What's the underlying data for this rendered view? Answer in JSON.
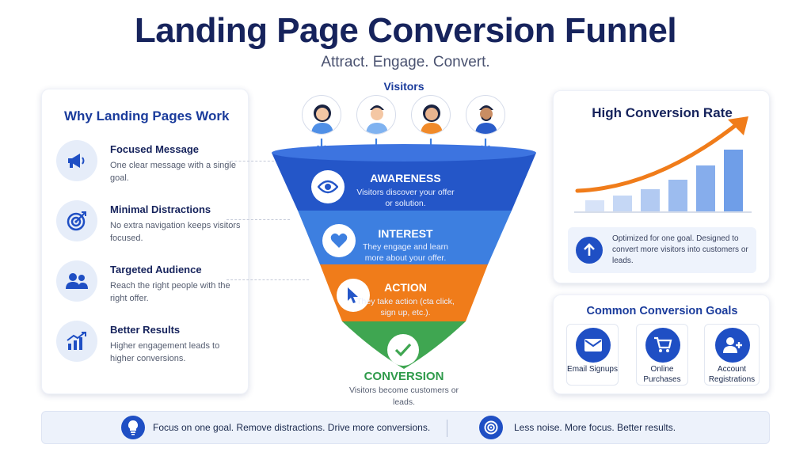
{
  "header": {
    "title": "Landing Page Conversion Funnel",
    "subtitle": "Attract. Engage. Convert."
  },
  "left_panel": {
    "title": "Why Landing Pages Work",
    "items": [
      {
        "title": "Focused Message",
        "desc": "One clear message with a single goal.",
        "icon": "megaphone-icon"
      },
      {
        "title": "Minimal Distractions",
        "desc": "No extra navigation keeps visitors focused.",
        "icon": "target-icon"
      },
      {
        "title": "Targeted Audience",
        "desc": "Reach the right people with the right offer.",
        "icon": "people-icon"
      },
      {
        "title": "Better Results",
        "desc": "Higher engagement leads to higher conversions.",
        "icon": "chart-growth-icon"
      }
    ]
  },
  "funnel": {
    "visitors_label": "Visitors",
    "stages": [
      {
        "title": "AWARENESS",
        "desc": "Visitors discover your offer or solution.",
        "icon": "eye-icon",
        "color": "#2456c8"
      },
      {
        "title": "INTEREST",
        "desc": "They engage and learn more about your offer.",
        "icon": "heart-icon",
        "color": "#3d7fe0"
      },
      {
        "title": "ACTION",
        "desc": "They take action (cta click, sign up, etc.).",
        "icon": "cursor-icon",
        "color": "#f07c1a"
      },
      {
        "title": "CONVERSION",
        "desc": "Visitors become customers or leads.",
        "icon": "check-icon",
        "color": "#3fa651"
      }
    ]
  },
  "rate_panel": {
    "title": "High Conversion Rate",
    "note": "Optimized for one goal. Designed to convert more visitors into customers or leads.",
    "accent": "#f07c1a"
  },
  "goals_panel": {
    "title": "Common Conversion Goals",
    "goals": [
      {
        "label": "Email Signups",
        "icon": "envelope-icon"
      },
      {
        "label": "Online Purchases",
        "icon": "cart-icon"
      },
      {
        "label": "Account Registrations",
        "icon": "add-user-icon"
      }
    ]
  },
  "footer": {
    "left": "Focus on one goal. Remove distractions. Drive more conversions.",
    "right": "Less noise. More focus. Better results."
  }
}
